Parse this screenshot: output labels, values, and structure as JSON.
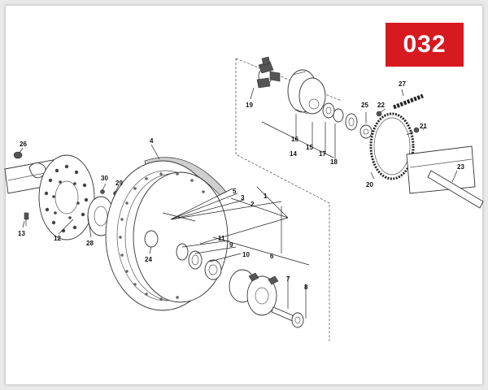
{
  "diagram": {
    "page_number": "032",
    "accent_color": "#d71920",
    "labels": [
      "1",
      "2",
      "3",
      "4",
      "5",
      "6",
      "7",
      "8",
      "9",
      "10",
      "11",
      "12",
      "13",
      "14",
      "15",
      "16",
      "17",
      "18",
      "19",
      "20",
      "21",
      "22",
      "23",
      "24",
      "25",
      "26",
      "27",
      "28",
      "29",
      "30"
    ]
  }
}
